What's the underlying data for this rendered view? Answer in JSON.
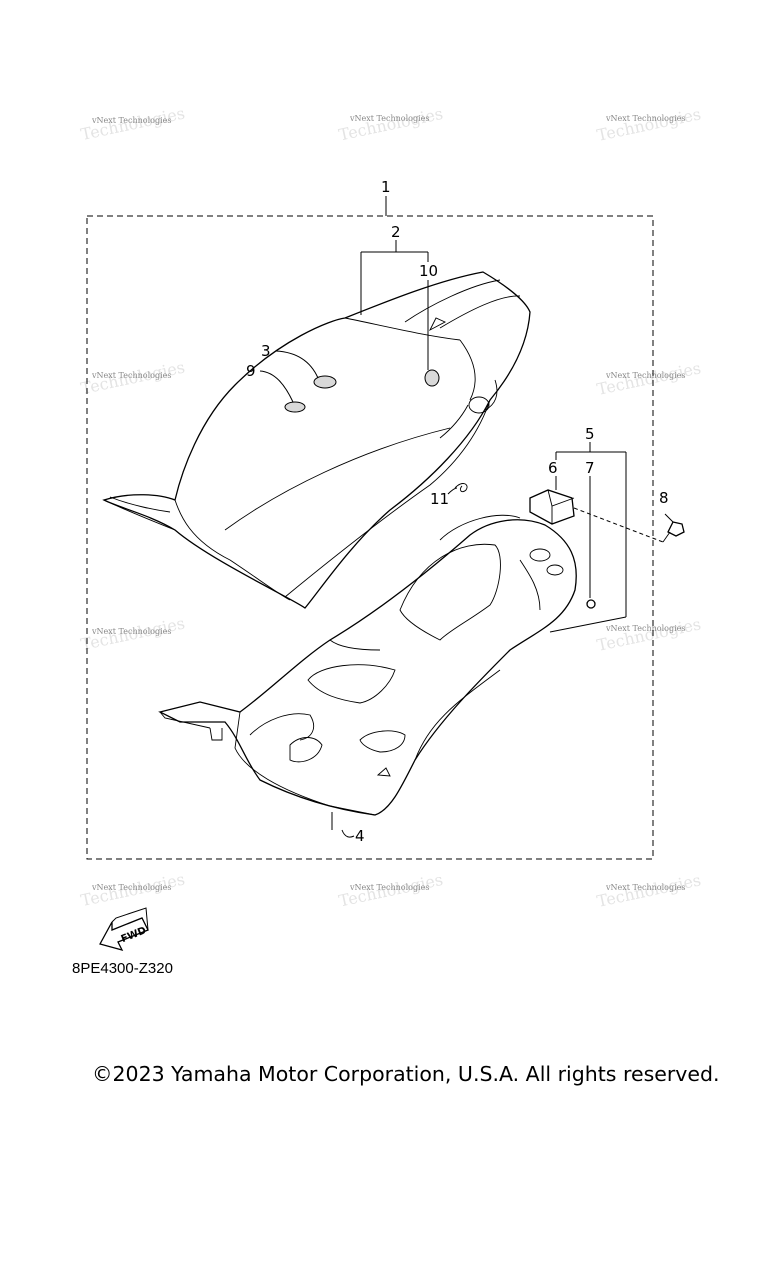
{
  "diagram": {
    "callouts": [
      "1",
      "2",
      "3",
      "4",
      "5",
      "6",
      "7",
      "8",
      "9",
      "10",
      "11"
    ],
    "watermark": "vNext Technologies",
    "figure_code": "8PE4300-Z320",
    "fwd_label": "FWD"
  },
  "footer": {
    "copyright": "©2023 Yamaha Motor Corporation, U.S.A. All rights reserved."
  }
}
